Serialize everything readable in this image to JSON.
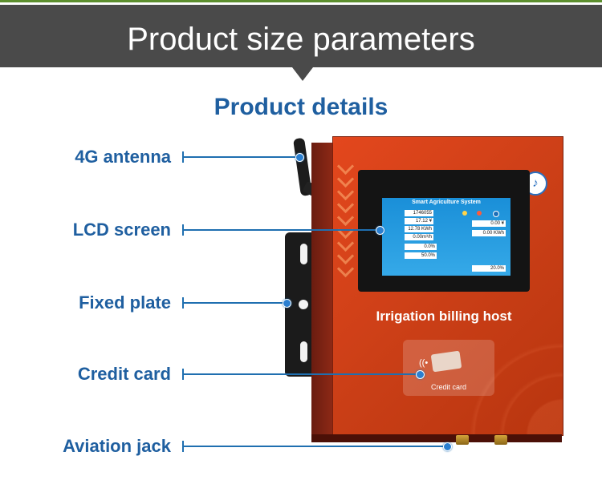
{
  "banner": {
    "title": "Product size parameters"
  },
  "subtitle": "Product details",
  "callouts": [
    {
      "id": "antenna",
      "label": "4G antenna"
    },
    {
      "id": "lcd",
      "label": "LCD screen"
    },
    {
      "id": "plate",
      "label": "Fixed plate"
    },
    {
      "id": "card",
      "label": "Credit card"
    },
    {
      "id": "jack",
      "label": "Aviation jack"
    }
  ],
  "device": {
    "title": "Irrigation billing host",
    "card_label": "Credit card",
    "screen": {
      "title": "Smart Agriculture System",
      "card_number": "1746055",
      "balance": "17.12 ¥",
      "energy": "12.78 KWh",
      "water": "0.00m³/h",
      "price": "0.00 ¥",
      "power": "0.00 KWh",
      "pct1": "0.0%",
      "pct2": "50.0%",
      "pct3": "20.0%"
    }
  },
  "colors": {
    "accent": "#1f5fa0",
    "banner": "#4a4a4a",
    "device": "#d9421a"
  }
}
